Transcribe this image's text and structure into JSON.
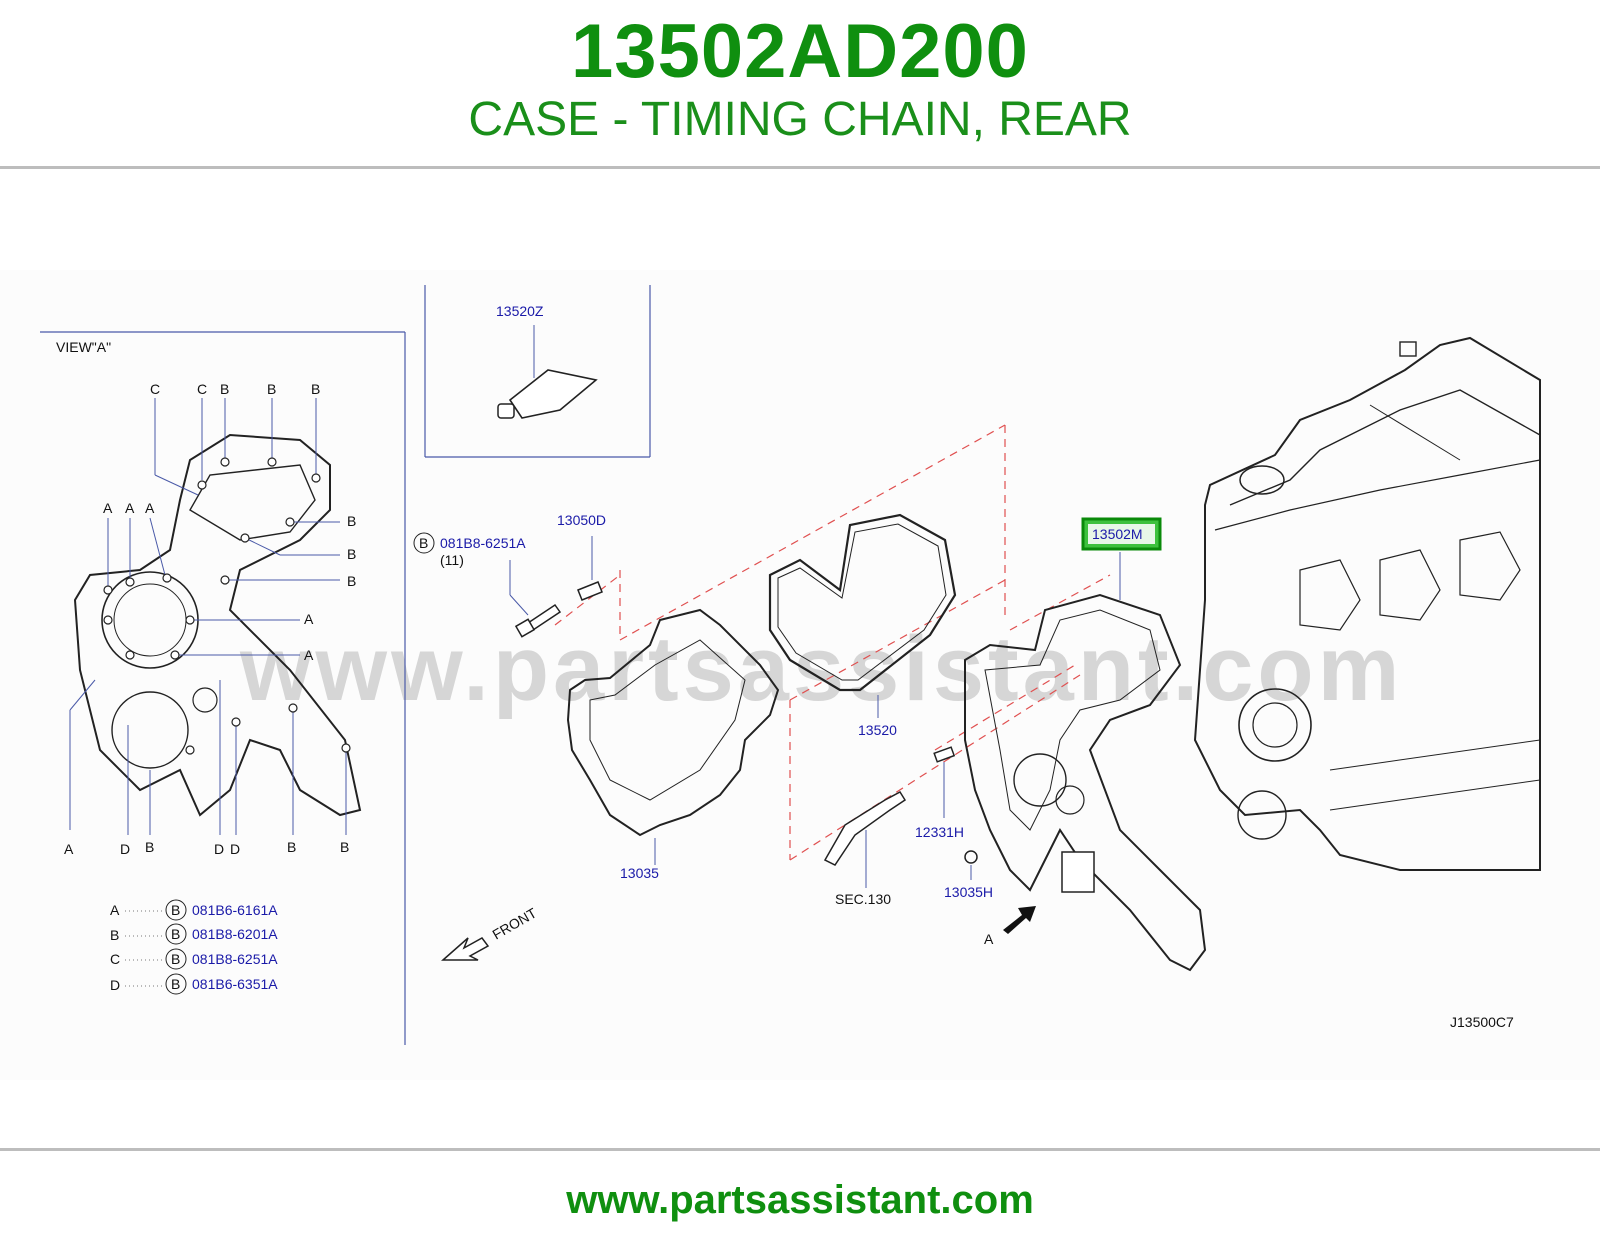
{
  "header": {
    "part_number": "13502AD200",
    "description": "CASE - TIMING CHAIN, REAR"
  },
  "footer": {
    "url": "www.partsassistant.com"
  },
  "diagram": {
    "watermark": "www.partsassistant.com",
    "code": "J13500C7",
    "view": {
      "title": "VIEW\"A\"",
      "top_labels": [
        "C",
        "C",
        "B",
        "B",
        "B"
      ],
      "left_labels": [
        "A",
        "A",
        "A"
      ],
      "right_labels": [
        "B",
        "B",
        "B",
        "A",
        "A"
      ],
      "bottom_labels": [
        "A",
        "D",
        "B",
        "D",
        "D",
        "B",
        "B"
      ],
      "legend": [
        {
          "letter": "A",
          "circle": "B",
          "code": "081B6-6161A"
        },
        {
          "letter": "B",
          "circle": "B",
          "code": "081B8-6201A"
        },
        {
          "letter": "C",
          "circle": "B",
          "code": "081B8-6251A"
        },
        {
          "letter": "D",
          "circle": "B",
          "code": "081B6-6351A"
        }
      ]
    },
    "parts": {
      "sealant": "13520Z",
      "bolt_circle": "B",
      "bolt": "081B8-6251A",
      "bolt_qty": "(11)",
      "plug": "13050D",
      "front_cover": "13035",
      "gasket": "13520",
      "rear_case": "13502M",
      "dowel": "12331H",
      "oring": "13035H",
      "guide": "SEC.130"
    },
    "front_label": "FRONT",
    "view_arrow_label": "A"
  }
}
